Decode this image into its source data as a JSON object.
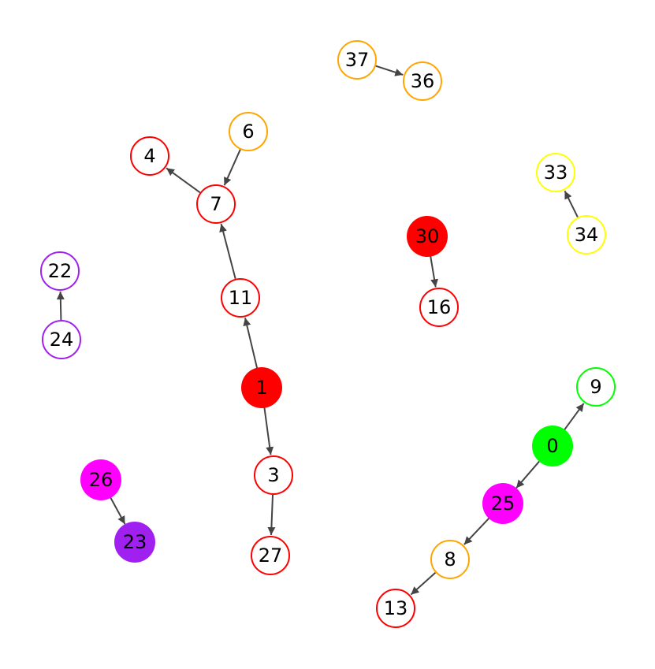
{
  "graph": {
    "directed": true,
    "colors": {
      "red": "#ff0000",
      "orange": "#ffa500",
      "yellow": "#ffff00",
      "green": "#00ff00",
      "magenta": "#ff00ff",
      "purple": "#a020f0",
      "edge": "#444444"
    },
    "nodes": [
      {
        "id": "0",
        "label": "0",
        "color": "#00ff00",
        "filled": true
      },
      {
        "id": "9",
        "label": "9",
        "color": "#00ff00",
        "filled": false
      },
      {
        "id": "25",
        "label": "25",
        "color": "#ff00ff",
        "filled": true
      },
      {
        "id": "8",
        "label": "8",
        "color": "#ffa500",
        "filled": false
      },
      {
        "id": "13",
        "label": "13",
        "color": "#ff0000",
        "filled": false
      },
      {
        "id": "1",
        "label": "1",
        "color": "#ff0000",
        "filled": true
      },
      {
        "id": "11",
        "label": "11",
        "color": "#ff0000",
        "filled": false
      },
      {
        "id": "7",
        "label": "7",
        "color": "#ff0000",
        "filled": false
      },
      {
        "id": "4",
        "label": "4",
        "color": "#ff0000",
        "filled": false
      },
      {
        "id": "6",
        "label": "6",
        "color": "#ffa500",
        "filled": false
      },
      {
        "id": "3",
        "label": "3",
        "color": "#ff0000",
        "filled": false
      },
      {
        "id": "27",
        "label": "27",
        "color": "#ff0000",
        "filled": false
      },
      {
        "id": "30",
        "label": "30",
        "color": "#ff0000",
        "filled": true
      },
      {
        "id": "16",
        "label": "16",
        "color": "#ff0000",
        "filled": false
      },
      {
        "id": "37",
        "label": "37",
        "color": "#ffa500",
        "filled": false
      },
      {
        "id": "36",
        "label": "36",
        "color": "#ffa500",
        "filled": false
      },
      {
        "id": "33",
        "label": "33",
        "color": "#ffff00",
        "filled": false
      },
      {
        "id": "34",
        "label": "34",
        "color": "#ffff00",
        "filled": false
      },
      {
        "id": "22",
        "label": "22",
        "color": "#a020f0",
        "filled": false
      },
      {
        "id": "24",
        "label": "24",
        "color": "#a020f0",
        "filled": false
      },
      {
        "id": "26",
        "label": "26",
        "color": "#ff00ff",
        "filled": true
      },
      {
        "id": "23",
        "label": "23",
        "color": "#a020f0",
        "filled": true
      }
    ],
    "edges": [
      {
        "from": "0",
        "to": "9"
      },
      {
        "from": "0",
        "to": "25"
      },
      {
        "from": "25",
        "to": "8"
      },
      {
        "from": "8",
        "to": "13"
      },
      {
        "from": "1",
        "to": "11"
      },
      {
        "from": "11",
        "to": "7"
      },
      {
        "from": "7",
        "to": "4"
      },
      {
        "from": "6",
        "to": "7"
      },
      {
        "from": "1",
        "to": "3"
      },
      {
        "from": "3",
        "to": "27"
      },
      {
        "from": "30",
        "to": "16"
      },
      {
        "from": "37",
        "to": "36"
      },
      {
        "from": "34",
        "to": "33"
      },
      {
        "from": "24",
        "to": "22"
      },
      {
        "from": "26",
        "to": "23"
      }
    ]
  }
}
